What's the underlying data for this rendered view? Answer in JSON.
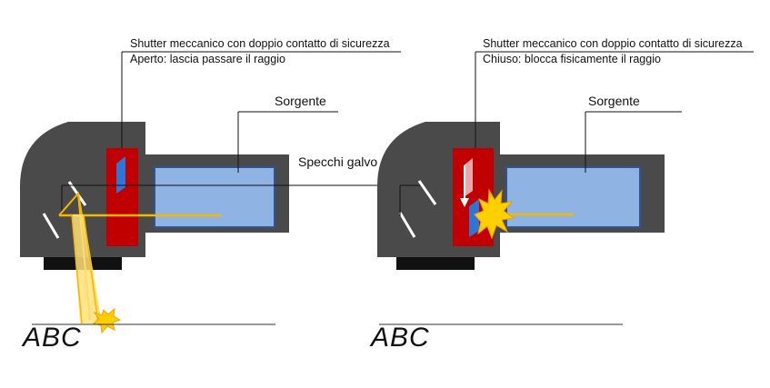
{
  "diagrams": [
    {
      "shutter_title": "Shutter meccanico con doppio contatto di sicurezza",
      "shutter_state": "Aperto: lascia passare il raggio",
      "source_label": "Sorgente",
      "target_text": "ABC"
    },
    {
      "shutter_title": "Shutter meccanico con doppio contatto di sicurezza",
      "shutter_state": "Chiuso: blocca fisicamente il raggio",
      "source_label": "Sorgente",
      "target_text": "ABC"
    }
  ],
  "mirrors_label": "Specchi galvo",
  "colors": {
    "housing": "#4a4a4a",
    "shutter": "#c00000",
    "source_fill": "#8fb4e3",
    "source_border": "#2f5597",
    "beam": "#f5b800",
    "flash": "#ffd000",
    "blade": "#2e75d6",
    "base": "#111111"
  }
}
